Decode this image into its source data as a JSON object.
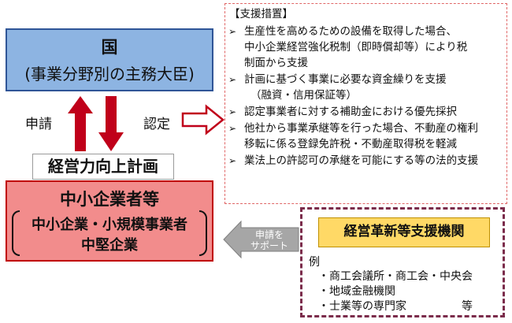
{
  "government": {
    "title": "国",
    "subtitle": "(事業分野別の主務大臣)"
  },
  "flows": {
    "apply": "申請",
    "approve": "認定",
    "apply_support": [
      "申請を",
      "サポート"
    ]
  },
  "plan": "経営力向上計画",
  "sme": {
    "title": "中小企業者等",
    "line1": "中小企業・小規模事業者",
    "line2": "中堅企業"
  },
  "measures": {
    "title": "【支援措置】",
    "items": [
      [
        "生産性を高めるための設備を取得した場合、",
        "中小企業経営強化税制（即時償却等）により税",
        "制面から支援"
      ],
      [
        "計画に基づく事業に必要な資金繰りを支援",
        "（融資・信用保証等）"
      ],
      [
        "認定事業者に対する補助金における優先採択"
      ],
      [
        "他社から事業承継等を行った場合、不動産の権利",
        "移転に係る登録免許税・不動産取得税を軽減"
      ],
      [
        "業法上の許認可の承継を可能にする等の法的支援"
      ]
    ]
  },
  "support_org": {
    "title": "経営革新等支援機関",
    "example_label": "例",
    "items": [
      "・商工会議所・商工会・中央会",
      "・地域金融機関",
      "・士業等の専門家"
    ],
    "etc": "等"
  },
  "colors": {
    "gov_fill": "#8db4e2",
    "sme_fill": "#f28c8c",
    "arrow_red": "#c0001a",
    "org_border": "#7b2c4b",
    "org_head_fill": "#ffd966"
  }
}
